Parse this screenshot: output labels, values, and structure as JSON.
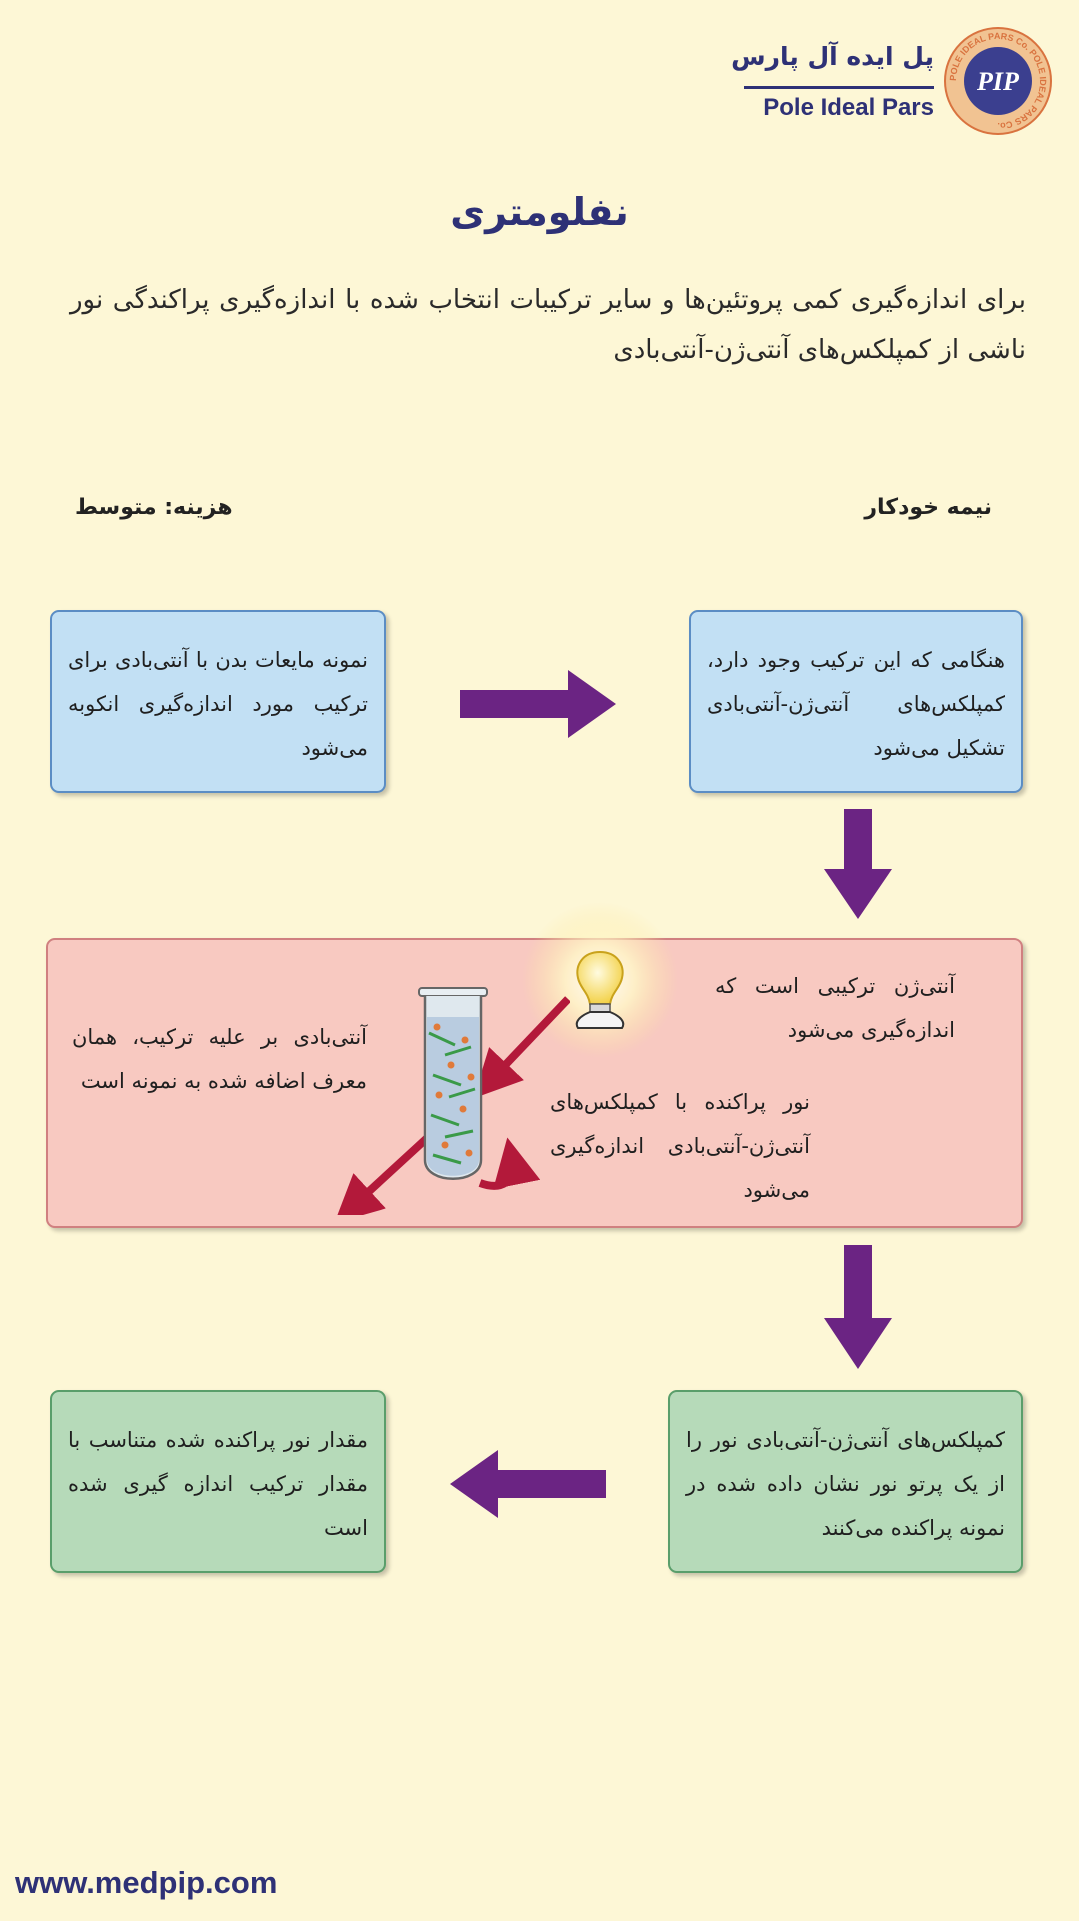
{
  "header": {
    "logo_fa": "پل ایده آل پارس",
    "logo_en": "Pole Ideal Pars",
    "seal_ring_text": "POLE IDEAL PARS Co. POLE IDEAL PARS Co.",
    "seal_mark": "PIP"
  },
  "title": "نفلومتری",
  "intro": "برای اندازه‌گیری کمی پروتئین‌ها و سایر ترکیبات انتخاب شده با اندازه‌گیری پراکندگی نور ناشی از کمپلکس‌های آنتی‌ژن-آنتی‌بادی",
  "labels": {
    "automation": "نیمه خودکار",
    "cost": "هزینه: متوسط"
  },
  "steps": {
    "sample": "نمونه مایعات بدن با آنتی‌بادی برای ترکیب مورد اندازه‌گیری انکوبه می‌شود",
    "complex": "هنگامی که این ترکیب وجود دارد، کمپلکس‌های آنتی‌ژن-آنتی‌بادی تشکیل می‌شود",
    "antigen": "آنتی‌ژن ترکیبی است که اندازه‌گیری می‌شود",
    "antibody": "آنتی‌بادی بر علیه ترکیب، همان معرف اضافه شده به نمونه است",
    "scatter_measure": "نور پراکنده با کمپلکس‌های آنتی‌ژن-آنتی‌بادی اندازه‌گیری می‌شود",
    "scatter": "کمپلکس‌های آنتی‌ژن-آنتی‌بادی نور را از یک پرتو نور نشان داده شده در نمونه پراکنده می‌کنند",
    "result": "مقدار نور پراکنده شده متناسب با مقدار ترکیب اندازه گیری شده است"
  },
  "footer": {
    "website": "www.medpip.com"
  },
  "colors": {
    "navy": "#2e3176",
    "arrow_purple": "#6b2483",
    "light_beam": "#b3193a",
    "blue_box": "#c2e0f4",
    "pink_box": "#f8c9c1",
    "green_box": "#b6dab9"
  }
}
